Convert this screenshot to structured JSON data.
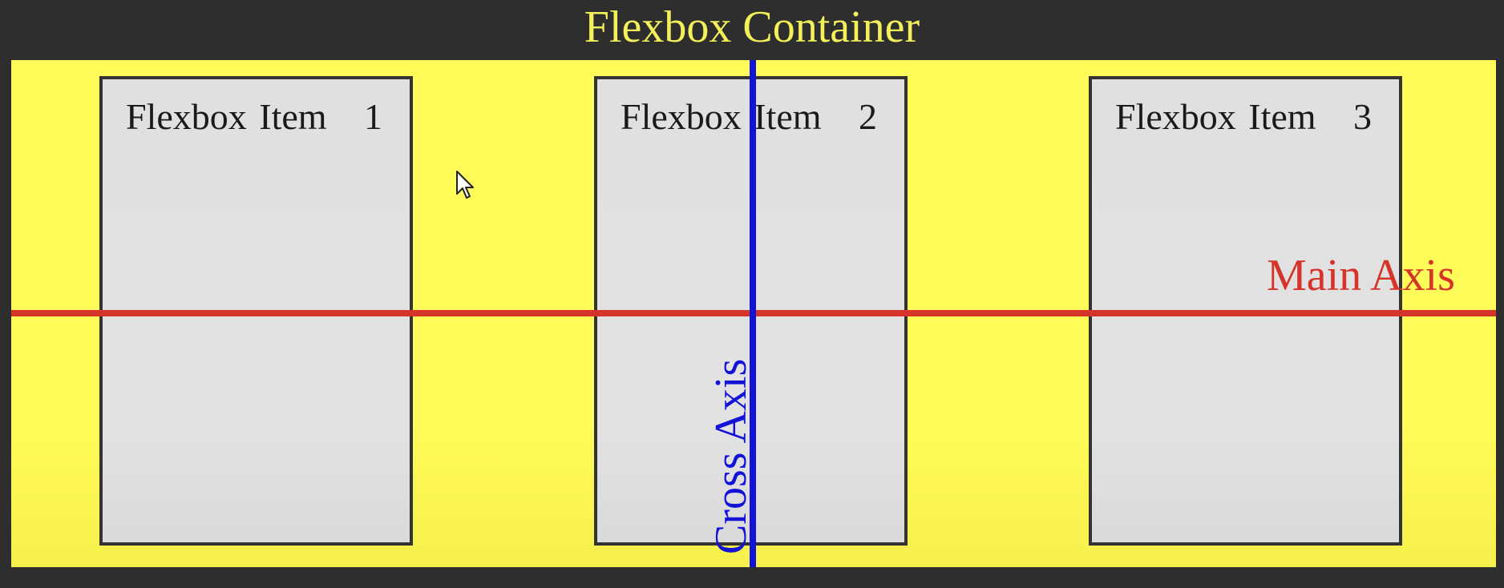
{
  "title": "Flexbox Container",
  "items": [
    {
      "label": "Flexbox Item",
      "number": "1"
    },
    {
      "label": "Flexbox Item",
      "number": "2"
    },
    {
      "label": "Flexbox Item",
      "number": "3"
    }
  ],
  "axes": {
    "main": {
      "label": "Main Axis",
      "color": "#d6332a"
    },
    "cross": {
      "label": "Cross Axis",
      "color": "#1313d8"
    }
  },
  "colors": {
    "background": "#2e2e2e",
    "title": "#f3f05a",
    "container": "#fffb58",
    "item": "#e0e0e0",
    "item_border": "#333333"
  },
  "icons": {
    "cursor": "mouse-pointer-icon"
  }
}
